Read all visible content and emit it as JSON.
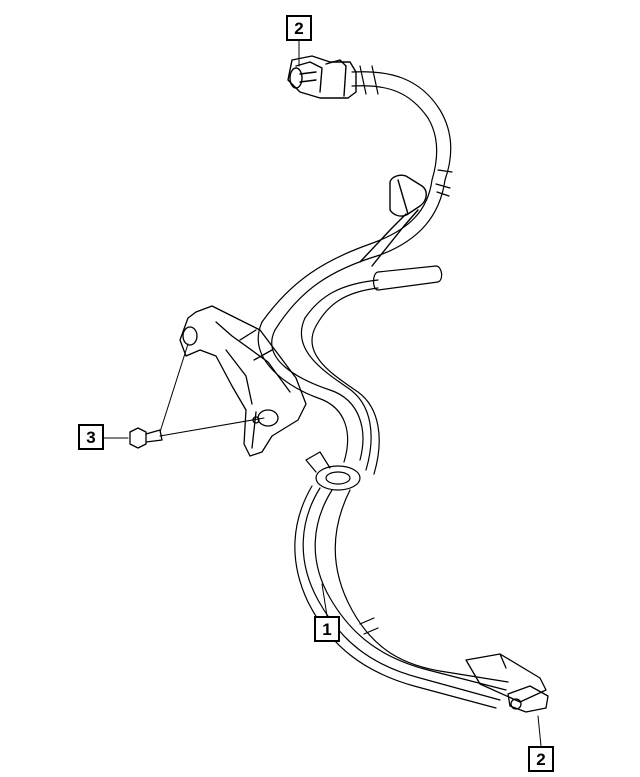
{
  "callouts": {
    "part_top": "2",
    "bolt": "3",
    "hose_assembly": "1",
    "part_bottom": "2"
  },
  "colors": {
    "line": "#000000",
    "background": "#ffffff"
  },
  "icons": [
    "connector-icon",
    "bolt-icon",
    "bracket-icon",
    "hose-assembly-icon"
  ]
}
